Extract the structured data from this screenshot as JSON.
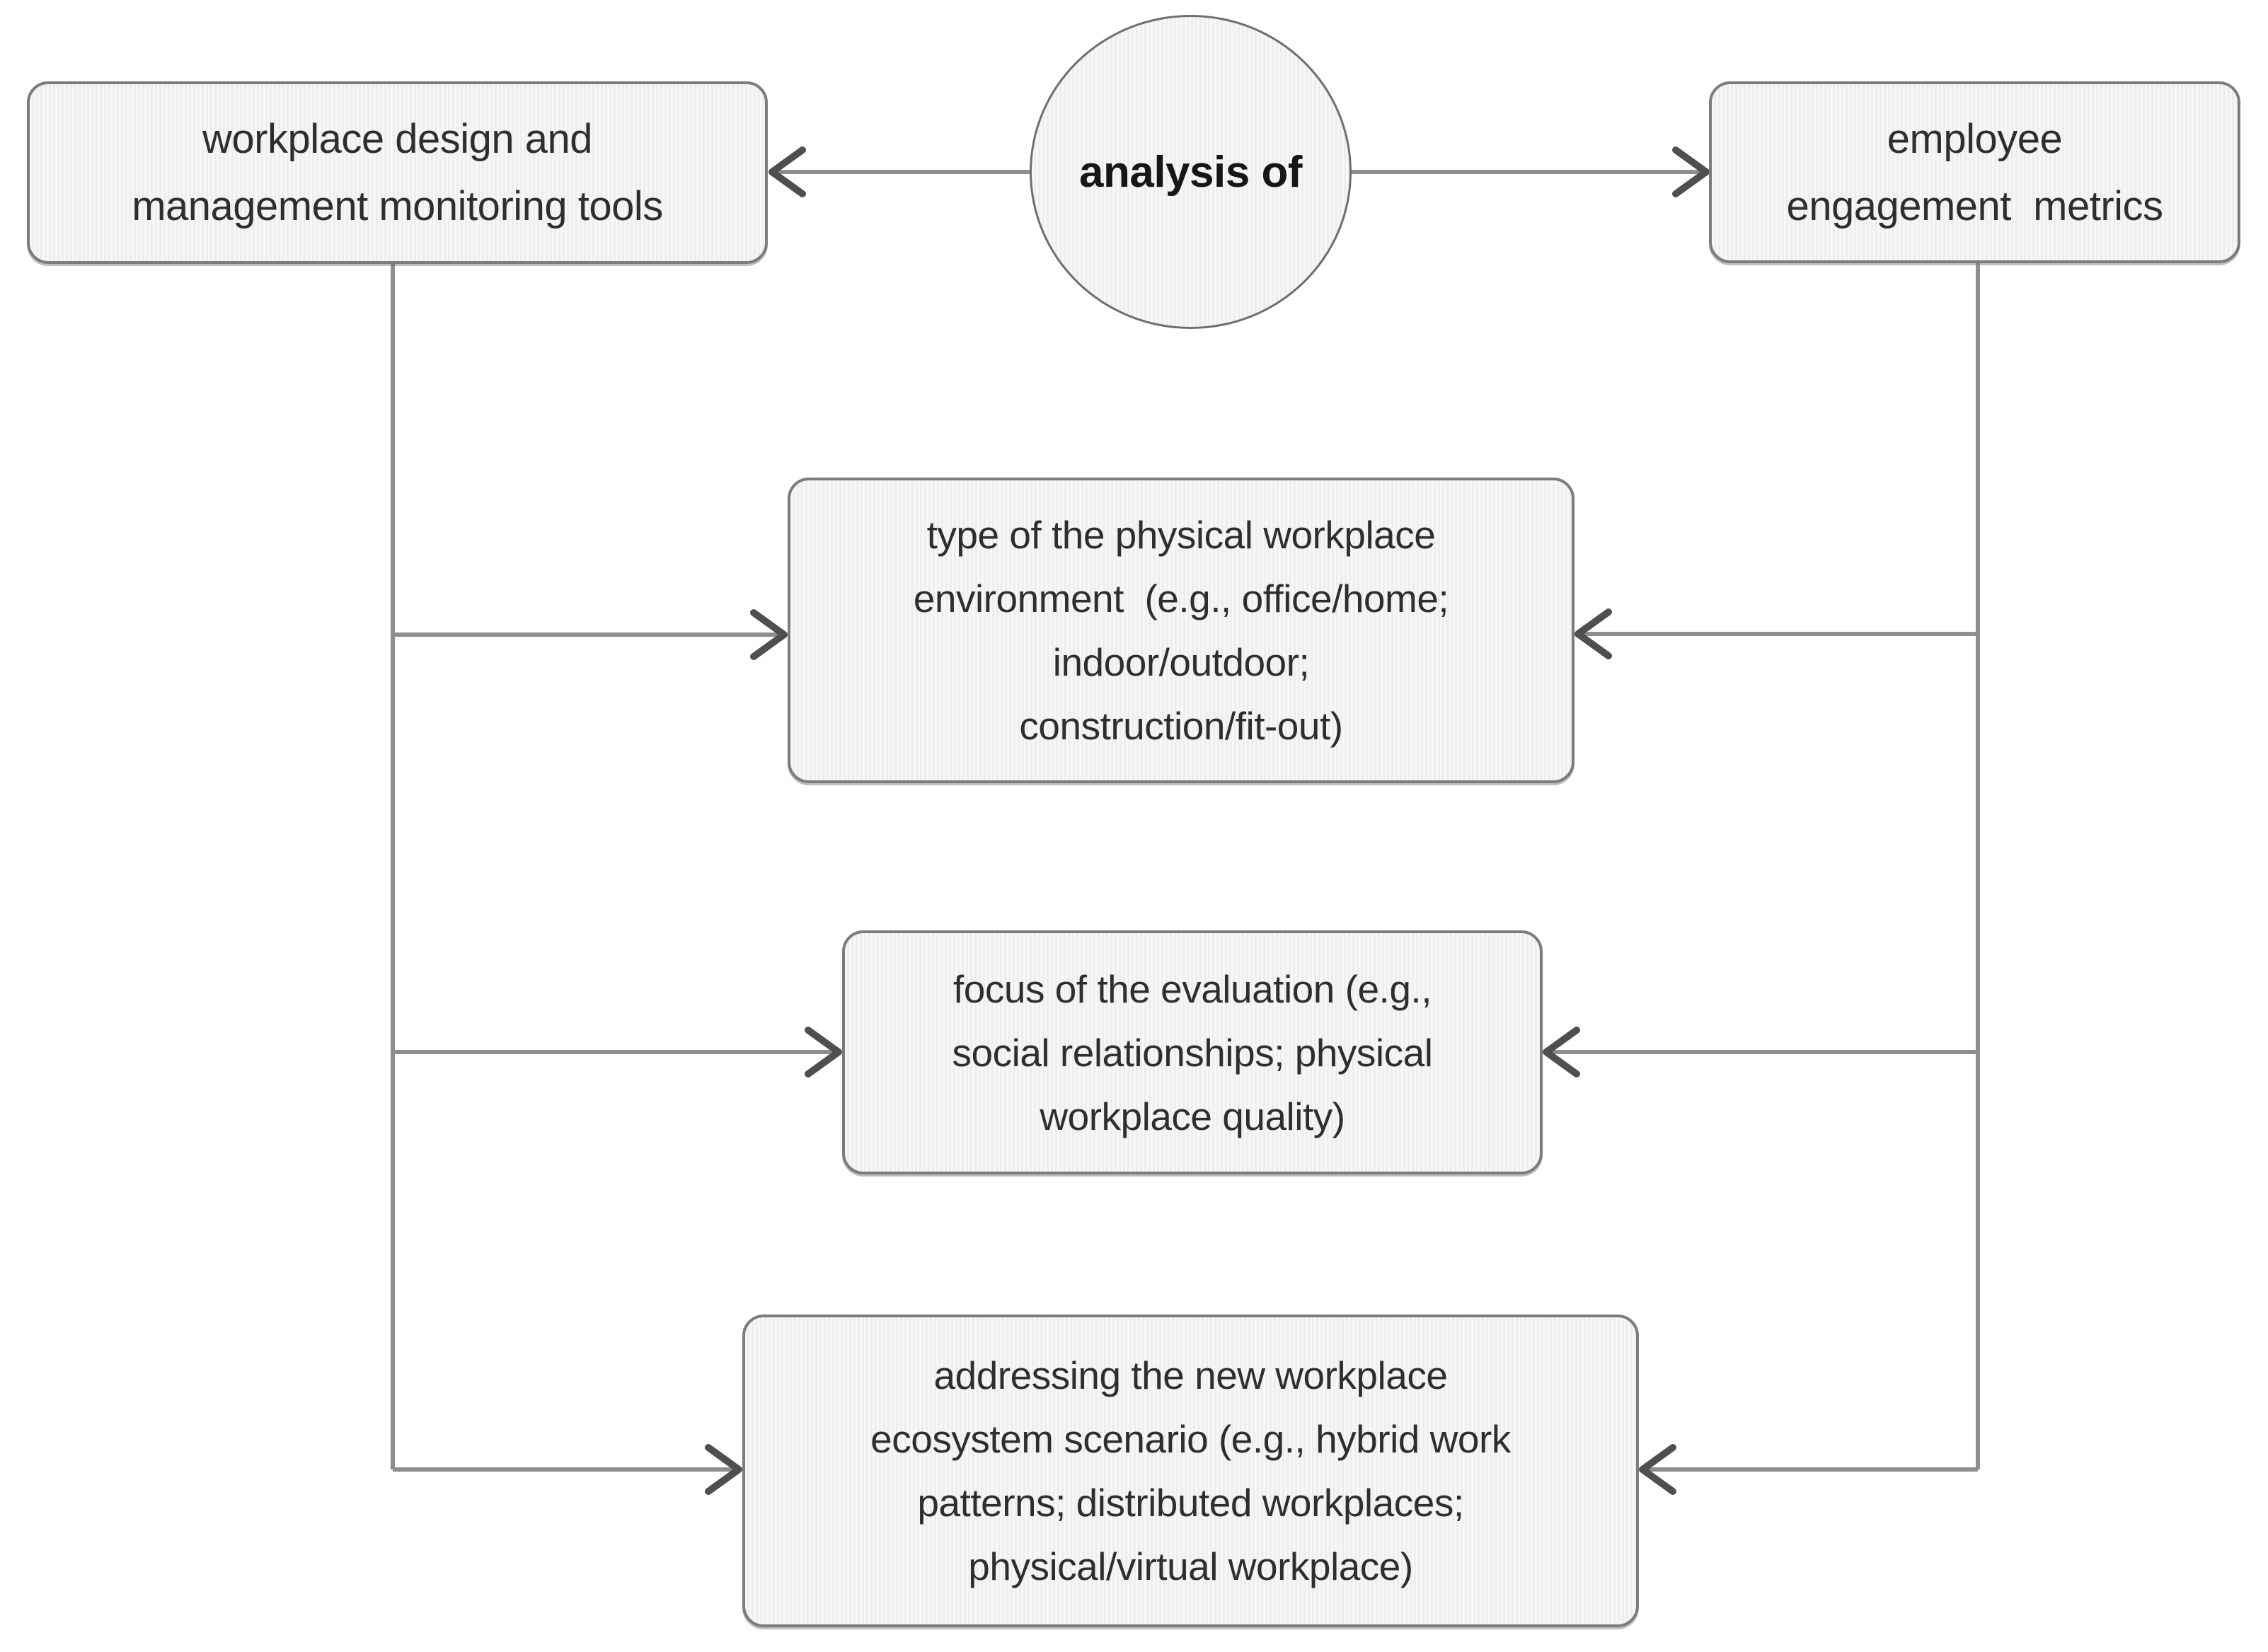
{
  "center_node": {
    "label": "analysis of"
  },
  "top_nodes": {
    "left": {
      "label": "workplace design and\nmanagement monitoring tools"
    },
    "right": {
      "label": "employee\nengagement  metrics"
    }
  },
  "branch_nodes": [
    {
      "label": "type of the physical workplace\nenvironment  (e.g., office/home;\nindoor/outdoor;\nconstruction/fit-out)"
    },
    {
      "label": "focus of the evaluation (e.g.,\nsocial relationships; physical\nworkplace quality)"
    },
    {
      "label": "addressing the new workplace\necosystem scenario (e.g., hybrid work\npatterns; distributed workplaces;\nphysical/virtual workplace)"
    }
  ],
  "colors": {
    "background": "#ffffff",
    "node_fill": "#f2f2f2",
    "node_border": "#7c7c7c",
    "connector": "#8e8e8e",
    "arrowhead": "#4f4f4f",
    "text": "#2e2e2e"
  }
}
